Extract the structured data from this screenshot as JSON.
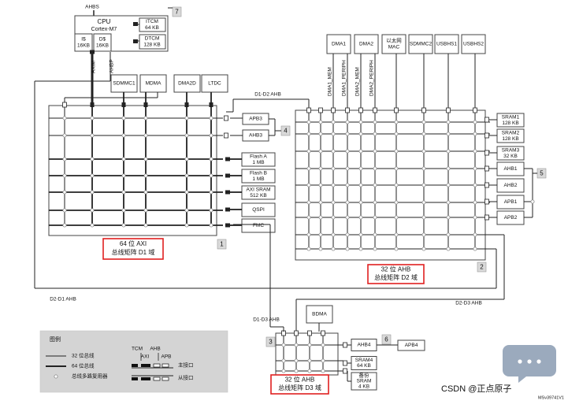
{
  "cpu": {
    "ahbs": "AHBS",
    "name": "CPU",
    "core": "Cortex-M7",
    "icache": [
      "I$",
      "16KB"
    ],
    "dcache": [
      "D$",
      "16KB"
    ],
    "itcm": [
      "ITCM",
      "64 KB"
    ],
    "dtcm": [
      "DTCM",
      "128 KB"
    ],
    "axim": "AXIM",
    "ahbp": "AHBP",
    "callout": "7"
  },
  "d1": {
    "masters": [
      "SDMMC1",
      "MDMA",
      "DMA2D",
      "LTDC"
    ],
    "slaves": [
      [
        "Flash A",
        "1 MB"
      ],
      [
        "Flash B",
        "1 MB"
      ],
      [
        "AXI SRAM",
        "512 KB"
      ],
      [
        "QSPI",
        ""
      ],
      [
        "FMC",
        ""
      ]
    ],
    "bridges": [
      "APB3",
      "AHB3"
    ],
    "bridge_callout": "4",
    "matrix_title": "64 位 AXI",
    "matrix_sub": "总线矩阵 D1 域",
    "callout": "1",
    "d1d2_link": "D1-D2 AHB"
  },
  "d2": {
    "masters": [
      "DMA1",
      "DMA2",
      "以太网\nMAC",
      "SDMMC2",
      "USBHS1",
      "USBHS2"
    ],
    "vertical_labels": [
      "DMA1_MEM",
      "DMA1_PERIPH",
      "DMA2_MEM",
      "DMA2_PERIPH"
    ],
    "slaves": [
      [
        "SRAM1",
        "128 KB"
      ],
      [
        "SRAM2",
        "128 KB"
      ],
      [
        "SRAM3",
        "32 KB"
      ],
      [
        "AHB1",
        ""
      ],
      [
        "AHB2",
        ""
      ],
      [
        "APB1",
        ""
      ],
      [
        "APB2",
        ""
      ]
    ],
    "bridge_callout": "5",
    "matrix_title": "32 位 AHB",
    "matrix_sub": "总线矩阵 D2 域",
    "callout": "2",
    "d2d1_link": "D2-D1 AHB",
    "d2d3_link": "D2-D3 AHB"
  },
  "d3": {
    "master": "BDMA",
    "slaves": [
      [
        "AHB4",
        ""
      ],
      [
        "SRAM4",
        "64 KB"
      ],
      [
        "备份",
        "SRAM",
        "4 KB"
      ]
    ],
    "apb": "APB4",
    "bridge_callout": "6",
    "matrix_title": "32 位 AHB",
    "matrix_sub": "总线矩阵 D3 域",
    "callout": "3",
    "d1d3_link": "D1-D3 AHB"
  },
  "legend": {
    "title": "图例",
    "bus32": "32 位总线",
    "bus64": "64 位总线",
    "mux": "总线多路复用器",
    "tcm": "TCM",
    "ahb": "AHB",
    "axi": "AXI",
    "apb": "APB",
    "master_port": "主接口",
    "slave_port": "从接口"
  },
  "footer": {
    "ref": "MSv39741V1",
    "watermark": "CSDN @正点原子"
  },
  "colors": {
    "line": "#222222",
    "box_stroke": "#444444",
    "port": "#222222",
    "node_stroke": "#888888",
    "callout_fill": "#d9d9d9",
    "highlight": "#e02020",
    "legend_fill": "#d4d4d4",
    "matrix_fill": "#ffffff"
  }
}
